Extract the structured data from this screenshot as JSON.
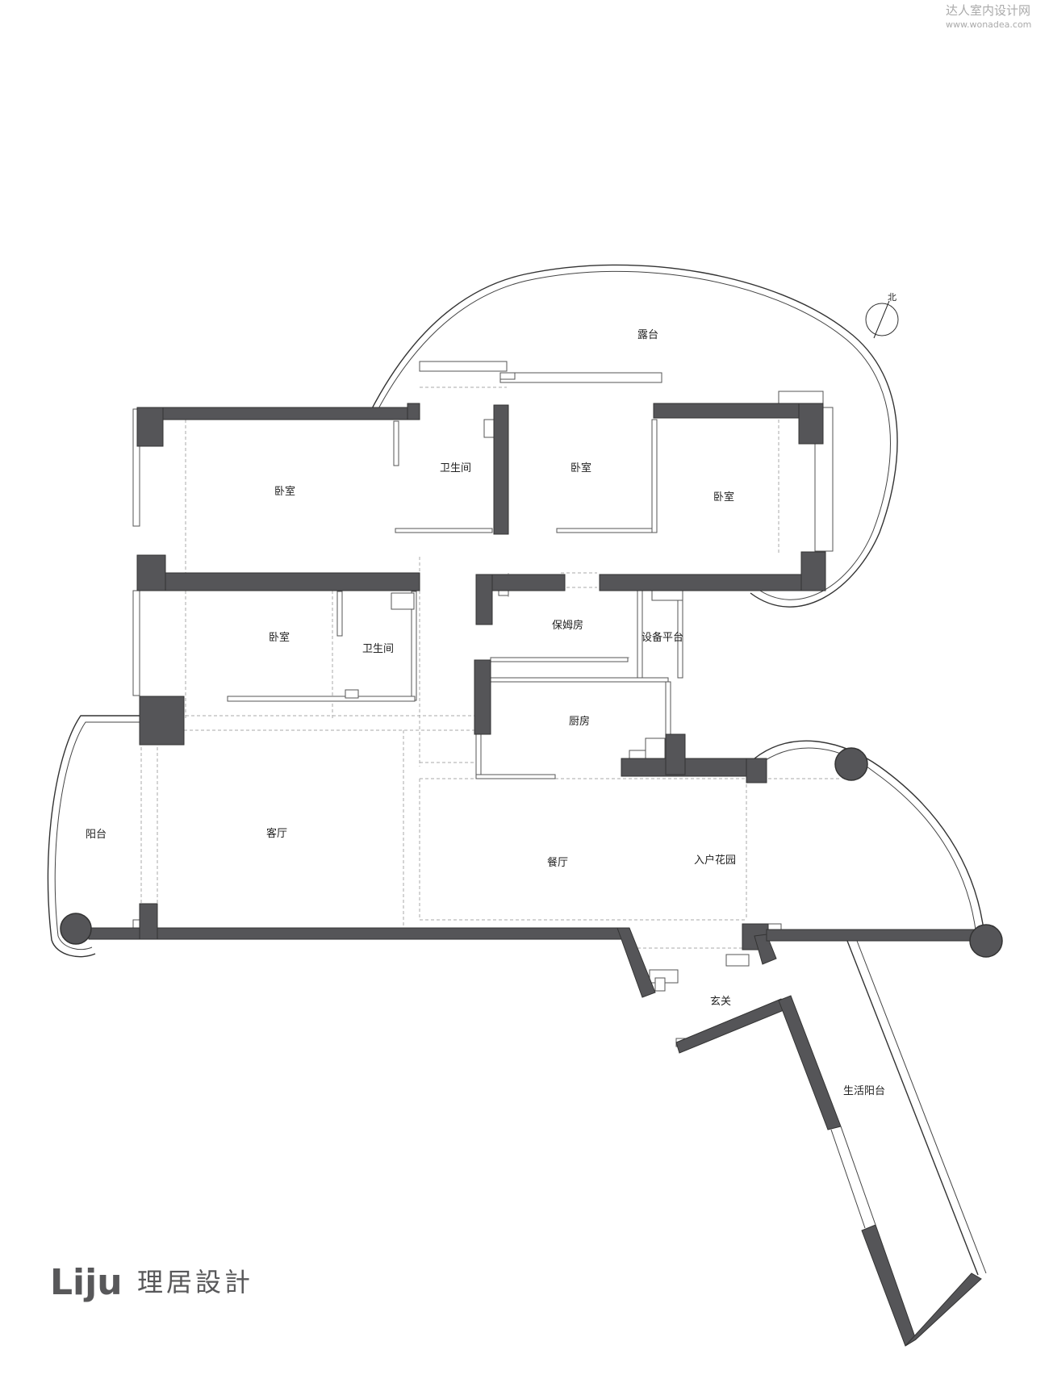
{
  "watermark": {
    "name": "达人室内设计网",
    "url": "www.wonadea.com"
  },
  "compass": {
    "label": "北"
  },
  "rooms": {
    "terrace": "露台",
    "bedroom_1": "卧室",
    "bathroom_1": "卫生间",
    "bedroom_2": "卧室",
    "bedroom_3": "卧室",
    "bedroom_4": "卧室",
    "bathroom_2": "卫生间",
    "nanny_room": "保姆房",
    "equipment_platform": "设备平台",
    "kitchen": "厨房",
    "balcony": "阳台",
    "living_room": "客厅",
    "dining_room": "餐厅",
    "entry_garden": "入户花园",
    "foyer": "玄关",
    "utility_balcony": "生活阳台"
  },
  "logo": {
    "latin": "Liju",
    "cjk": "理居設計"
  }
}
